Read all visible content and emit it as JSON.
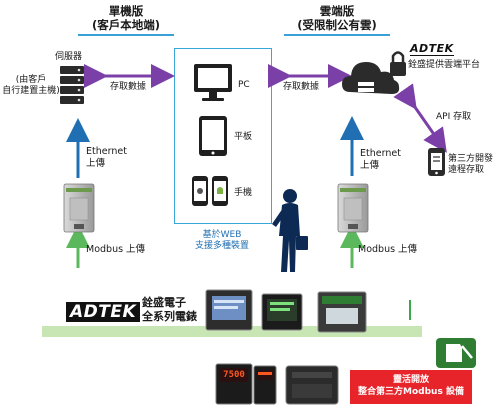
{
  "left": {
    "title_line1": "單機版",
    "title_line2": "(客戶本地端)",
    "server_label": "伺服器",
    "client_note_line1": "(由客戶",
    "client_note_line2": "自行建置主機)",
    "access_label": "存取數據",
    "ethernet_line1": "Ethernet",
    "ethernet_line2": "上傳",
    "modbus_label": "Modbus 上傳"
  },
  "right": {
    "title_line1": "雲端版",
    "title_line2": "(受限制公有雲)",
    "cloud_label": "銓盛提供雲端平台",
    "access_label": "存取數據",
    "api_label": "API 存取",
    "thirdparty_line1": "第三方開發",
    "thirdparty_line2": "遠程存取",
    "ethernet_line1": "Ethernet",
    "ethernet_line2": "上傳",
    "modbus_label": "Modbus 上傳"
  },
  "center": {
    "device_pc": "PC",
    "device_tablet": "平板",
    "device_phone": "手機",
    "web_line1": "基於WEB",
    "web_line2": "支援多種裝置"
  },
  "bottom": {
    "brand_logo": "ADTEK",
    "brand_line1": "銓盛電子",
    "brand_line2": "全系列電錶",
    "red_line1": "靈活開放",
    "red_line2": "整合第三方Modbus 設備",
    "meter_readout": "7500"
  },
  "colors": {
    "purple_arrow": "#7b3fa8",
    "blue_arrow": "#1f6fb2",
    "green_arrow": "#5cb85c",
    "panel_border": "#3aa7d9",
    "green_bar": "#c7e6b3",
    "red_box": "#e8242b"
  }
}
